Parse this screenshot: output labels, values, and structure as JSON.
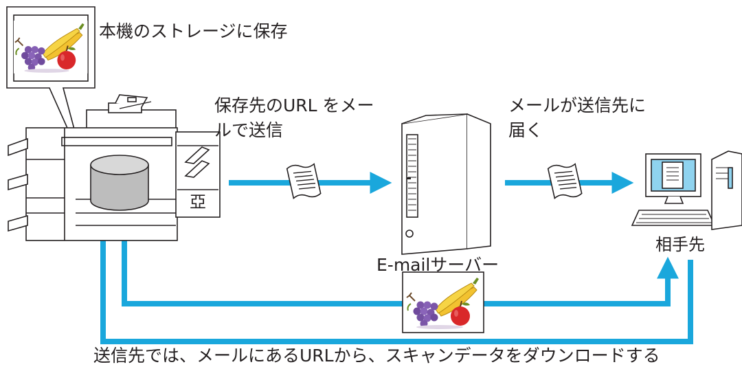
{
  "labels": {
    "storage": "本機のストレージに保存",
    "send_url": "保存先のURL をメー\nルで送信",
    "mail_arrives": "メールが送信先に\n届く",
    "server": "E-mailサーバー",
    "recipient": "相手先",
    "download": "送信先では、メールにあるURLから、スキャンデータをダウンロードする"
  },
  "icons": [
    "scanned-image-thumbnail-icon",
    "multifunction-printer-icon",
    "storage-drum-icon",
    "email-document-icon",
    "server-tower-icon",
    "desktop-computer-icon"
  ],
  "colors": {
    "arrow": "#1aa7dc",
    "outline": "#231f20"
  }
}
